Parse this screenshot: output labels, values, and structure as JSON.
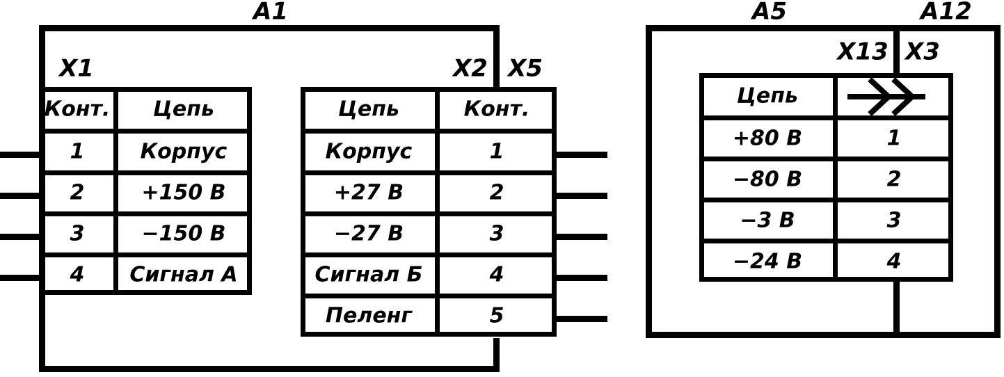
{
  "diagram": {
    "title_note": "Connector pin/circuit tables for blocks A1, A5, A12",
    "blocks": [
      {
        "id": "A1",
        "label": "A1",
        "connectors": [
          {
            "label": "X1",
            "headers": [
              "Конт.",
              "Цепь"
            ],
            "rows": [
              {
                "pin": "1",
                "circuit": "Корпус"
              },
              {
                "pin": "2",
                "circuit": "+150 В"
              },
              {
                "pin": "3",
                "circuit": "−150 В"
              },
              {
                "pin": "4",
                "circuit": "Сигнал А"
              }
            ]
          },
          {
            "label": "X2",
            "headers": [
              "Цепь",
              "Конт."
            ],
            "rows": [
              {
                "circuit": "Корпус",
                "pin": "1"
              },
              {
                "circuit": "+27 В",
                "pin": "2"
              },
              {
                "circuit": "−27 В",
                "pin": "3"
              },
              {
                "circuit": "Сигнал Б",
                "pin": "4"
              },
              {
                "circuit": "Пеленг",
                "pin": "5"
              }
            ]
          }
        ]
      },
      {
        "id": "A5",
        "label": "A5",
        "connectors": [
          {
            "label": "X13",
            "headers": [
              "Цепь",
              "arrow-double-chevron"
            ],
            "rows": [
              {
                "circuit": "+80 В",
                "pin": "1"
              },
              {
                "circuit": "−80 В",
                "pin": "2"
              },
              {
                "circuit": "−3 В",
                "pin": "3"
              },
              {
                "circuit": "−24 В",
                "pin": "4"
              }
            ]
          }
        ]
      },
      {
        "id": "A12",
        "label": "A12",
        "connectors": [
          {
            "label": "X3"
          }
        ]
      }
    ],
    "mating_connectors": [
      {
        "label": "X5",
        "mates_with": "X2"
      },
      {
        "label": "X3",
        "mates_with": "X13"
      }
    ],
    "colors": {
      "line": "#000000",
      "background": "#ffffff"
    }
  }
}
